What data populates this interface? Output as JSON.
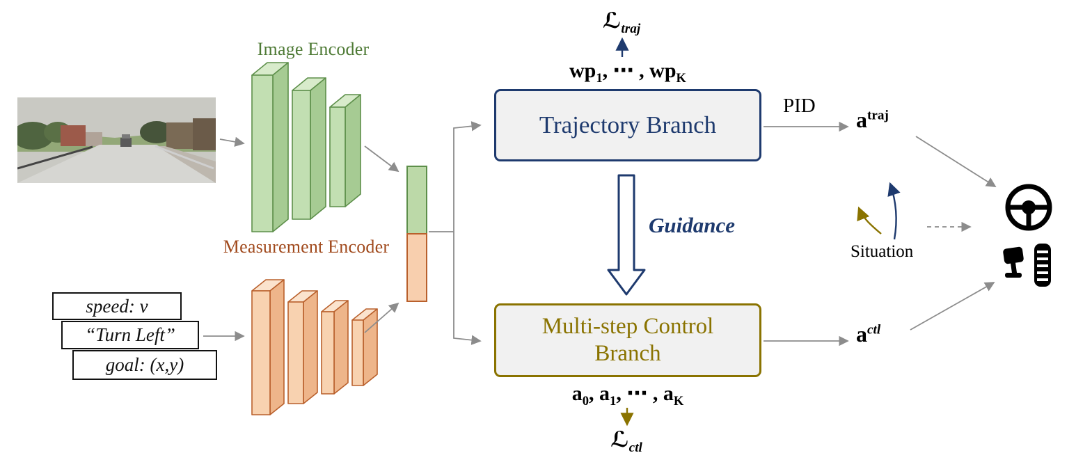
{
  "colors": {
    "navy": "#1e3a6e",
    "olive": "#8a7300",
    "encoder_green": "#4e7a35",
    "encoder_rust": "#a0491c",
    "arrow_gray": "#8c8c8c"
  },
  "encoders": {
    "image_label": "Image Encoder",
    "measurement_label": "Measurement Encoder"
  },
  "inputs": {
    "speed": "speed: v",
    "command": "“Turn Left”",
    "goal": "goal: (x,y)"
  },
  "trajectory_branch": {
    "label": "Trajectory Branch",
    "loss_symbol": "ℒ",
    "loss_sub": "traj",
    "wp": "wp",
    "wp_sub_first": "1",
    "wp_mid": ", ⋯ , ",
    "wp_sub_last": "K"
  },
  "control_branch": {
    "line1": "Multi-step Control",
    "line2": "Branch",
    "loss_symbol": "ℒ",
    "loss_sub": "ctl",
    "a": "a",
    "sub0": "0",
    "sub1": "1",
    "subK": "K",
    "sep": ", ",
    "mid": ", ⋯ , "
  },
  "labels": {
    "guidance": "Guidance",
    "pid": "PID",
    "situation": "Situation"
  },
  "outputs": {
    "a": "a",
    "traj_sup": "traj",
    "ctl_sup": "ctl"
  }
}
